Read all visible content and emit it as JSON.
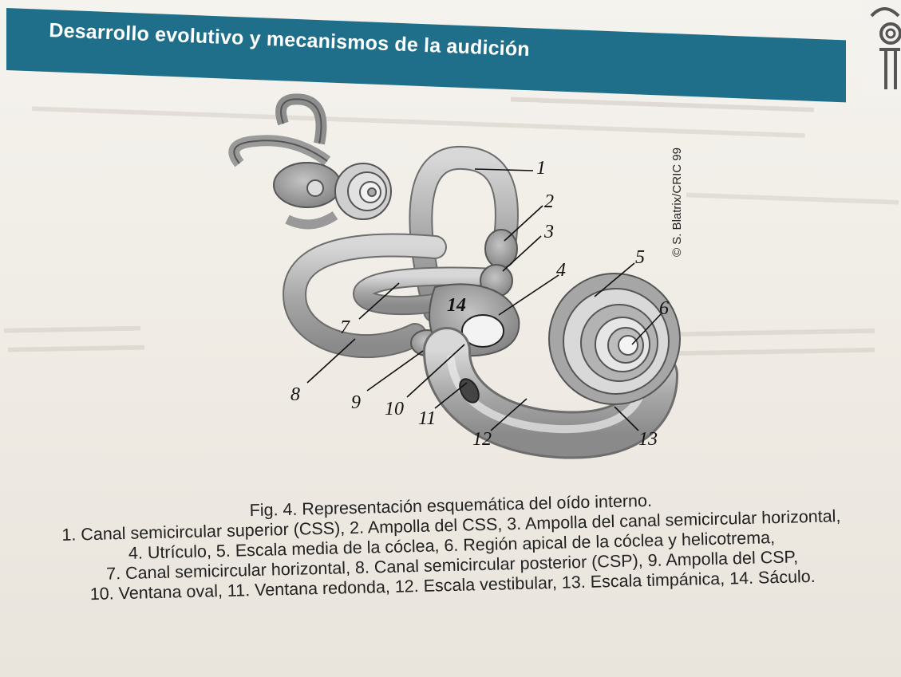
{
  "header": {
    "title": "Desarrollo evolutivo y mecanismos de la audición"
  },
  "figure": {
    "copyright": "© S. Blatrix/CRIC 99",
    "labels": [
      "1",
      "2",
      "3",
      "4",
      "5",
      "6",
      "7",
      "8",
      "9",
      "10",
      "11",
      "12",
      "13",
      "14"
    ]
  },
  "caption": {
    "line1": "Fig. 4. Representación esquemática del oído interno.",
    "line2": "1. Canal semicircular superior (CSS), 2. Ampolla del CSS, 3. Ampolla del canal semicircular horizontal,",
    "line3": "4. Utrículo, 5. Escala media de la cóclea, 6. Región apical de la cóclea y helicotrema,",
    "line4": "7. Canal semicircular horizontal, 8. Canal semicircular posterior (CSP), 9. Ampolla del CSP,",
    "line5": "10. Ventana oval, 11. Ventana redonda, 12. Escala vestibular, 13. Escala timpánica, 14. Sáculo."
  }
}
